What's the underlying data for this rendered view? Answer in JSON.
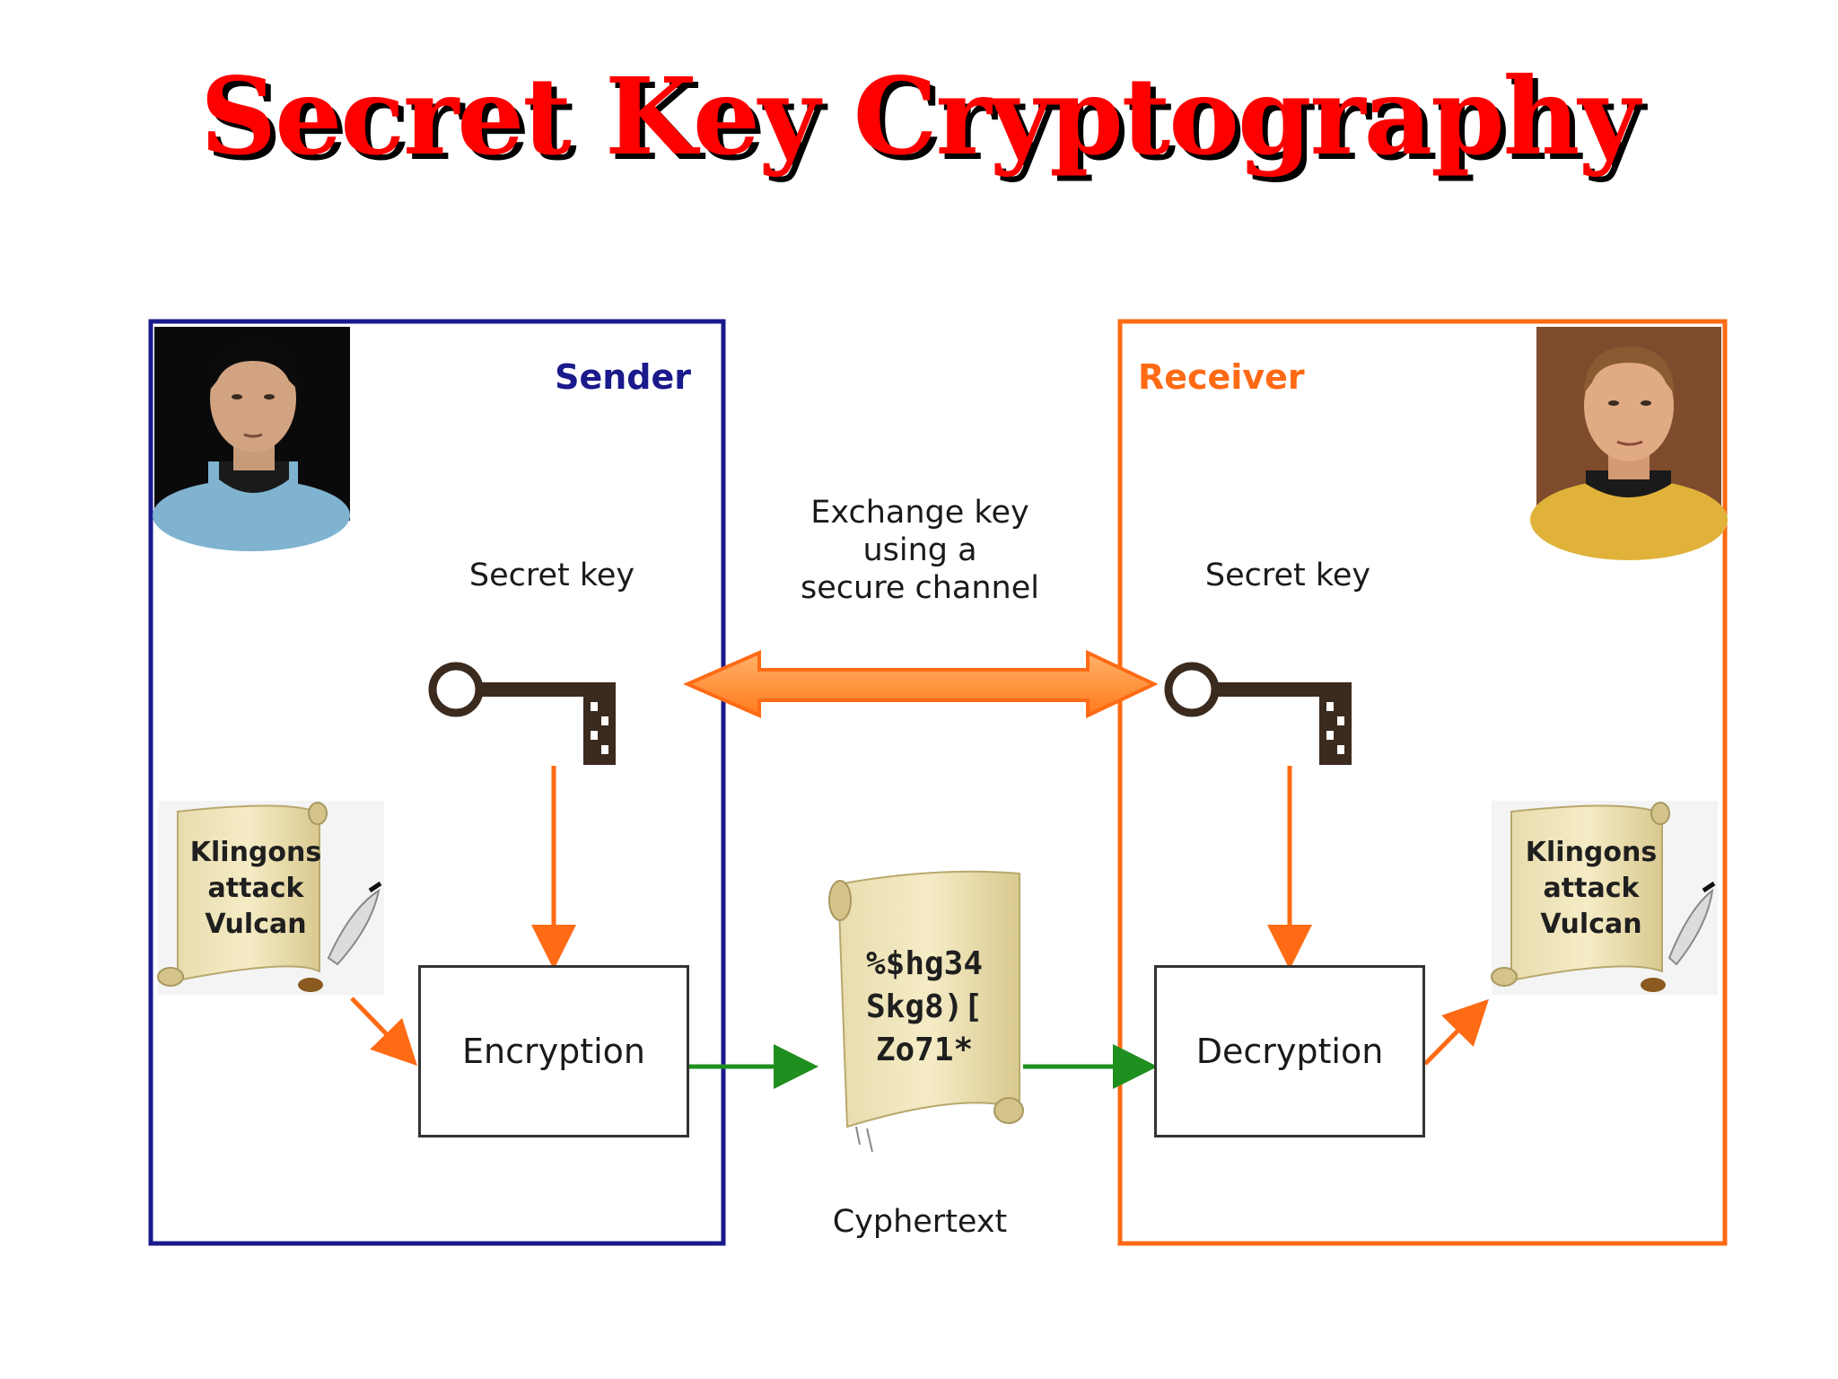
{
  "title": "Secret Key Cryptography",
  "sender": {
    "label": "Sender",
    "secret_key": "Secret key",
    "process": "Encryption",
    "message_lines": [
      "Klingons",
      "attack",
      "Vulcan"
    ]
  },
  "receiver": {
    "label": "Receiver",
    "secret_key": "Secret key",
    "process": "Decryption",
    "message_lines": [
      "Klingons",
      "attack",
      "Vulcan"
    ]
  },
  "exchange_lines": [
    "Exchange key",
    "using a",
    "secure channel"
  ],
  "cyphertext": {
    "label": "Cyphertext",
    "lines": [
      "%$hg34",
      "Skg8)[",
      "Zo71*"
    ]
  },
  "colors": {
    "title": "#ff0000",
    "sender_accent": "#1a1a8c",
    "receiver_accent": "#ff6a14",
    "flow_arrow": "#1f8f1f",
    "key_arrow": "#ff6a14"
  },
  "icons": {
    "key": "key-icon",
    "scroll": "scroll-icon",
    "quill": "quill-icon",
    "exchange": "double-arrow-icon"
  }
}
